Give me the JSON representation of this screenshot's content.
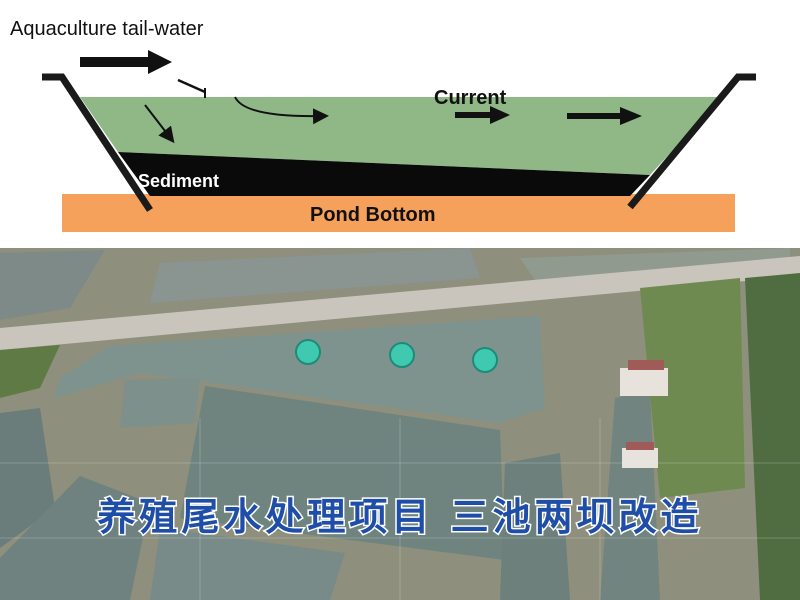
{
  "diagram": {
    "title": "Aquaculture tail-water",
    "current_label": "Current",
    "sediment_label": "Sediment",
    "bottom_label": "Pond Bottom",
    "colors": {
      "water": "#8fb886",
      "sediment": "#0a0a0a",
      "bottom": "#f5a15c",
      "walls": "#1a1a1a"
    }
  },
  "photo": {
    "caption": "养殖尾水处理项目 三池两坝改造",
    "colors": {
      "caption_fill": "#1e4ea8",
      "caption_stroke": "#ffffff",
      "pond_water": "#7f938e",
      "levee": "#c9c5bc",
      "aerator": "#3fc9b0"
    }
  }
}
